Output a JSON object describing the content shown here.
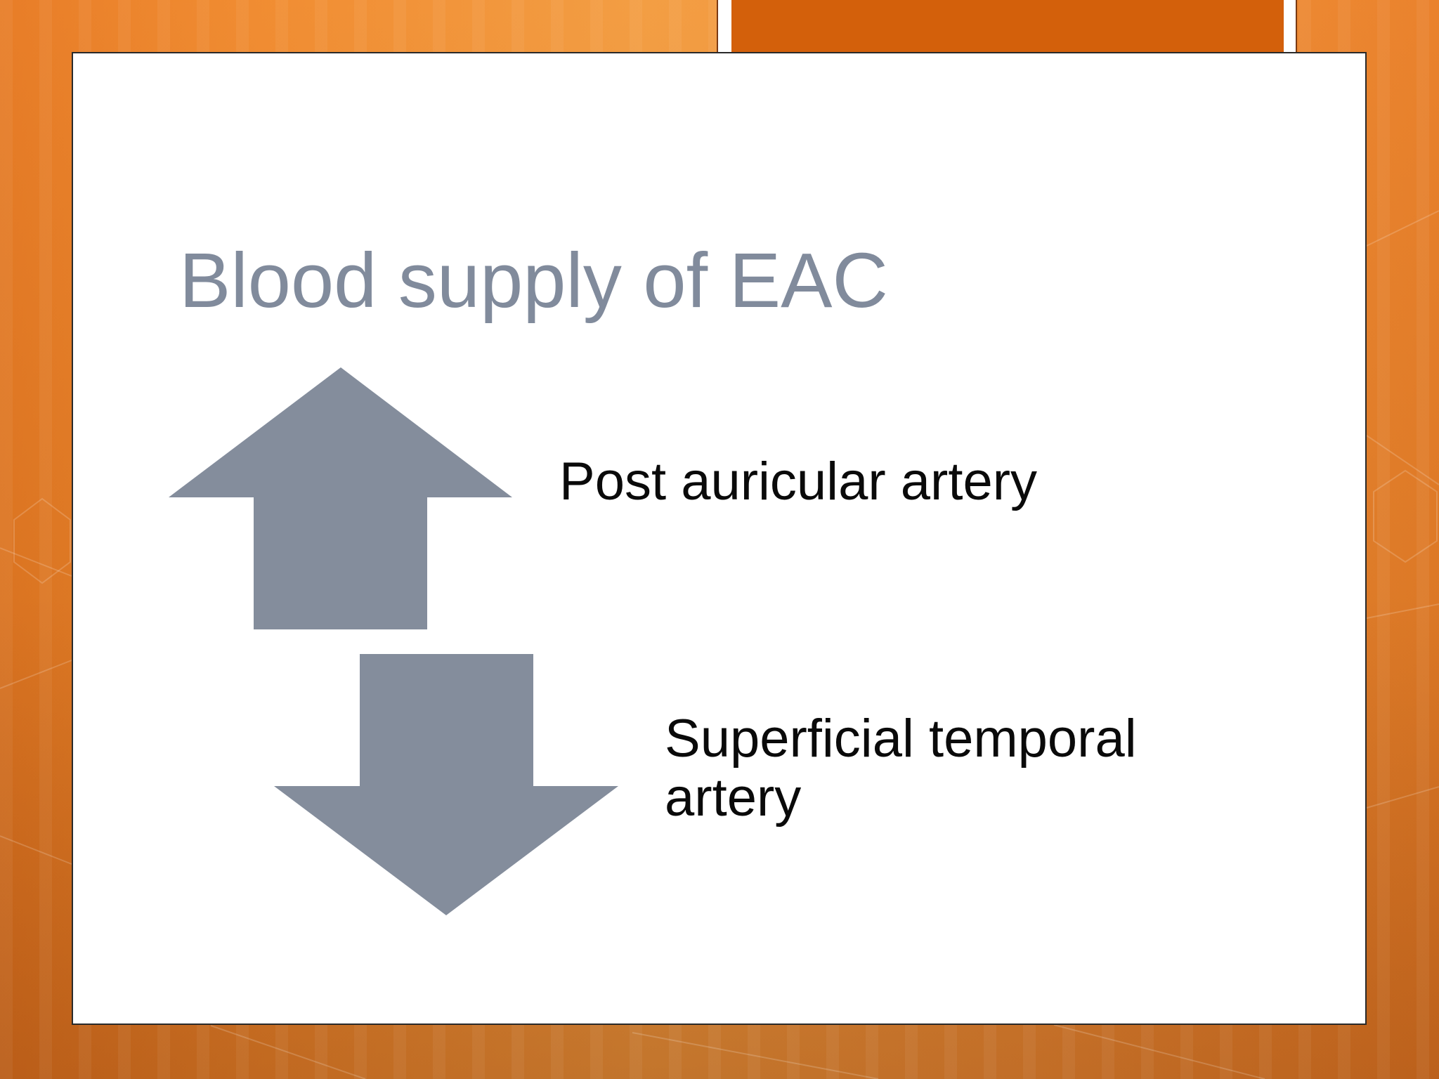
{
  "slide": {
    "title": "Blood supply of EAC",
    "items": [
      {
        "label": "Post auricular artery",
        "arrow": "up-arrow"
      },
      {
        "label": "Superficial temporal\nartery",
        "arrow": "down-arrow"
      }
    ]
  },
  "colors": {
    "background": "#f0882a",
    "accent_tab": "#d3600b",
    "arrow": "#848d9c",
    "title": "#818b9c",
    "text": "#0a0a0a"
  }
}
